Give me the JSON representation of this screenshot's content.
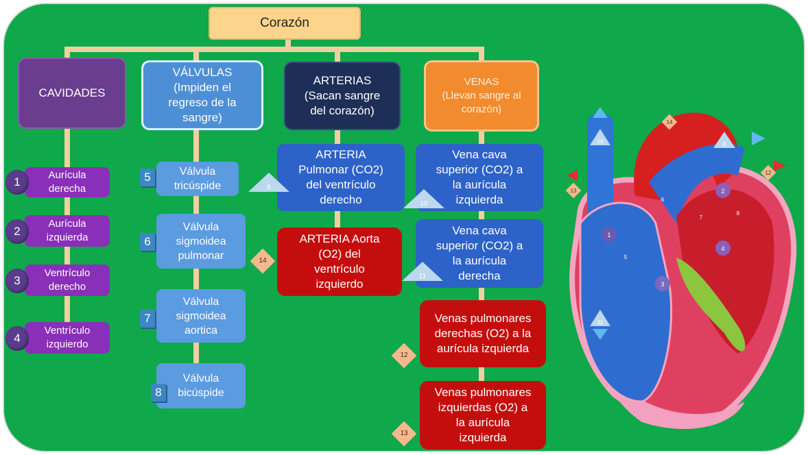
{
  "root": {
    "label": "Corazón"
  },
  "categories": {
    "cavidades": "CAVIDADES",
    "valvulas": "VÁLVULAS\n(Impiden el\nregreso de la\nsangre)",
    "arterias": "ARTERIAS\n(Sacan sangre\ndel corazón)",
    "venas": "VENAS\n(Llevan sangre al\ncorazón)"
  },
  "cavidades": [
    {
      "num": "1",
      "label": "Aurícula\nderecha"
    },
    {
      "num": "2",
      "label": "Aurícula\nizquierda"
    },
    {
      "num": "3",
      "label": "Ventrículo\nderecho"
    },
    {
      "num": "4",
      "label": "Ventrículo\nizquierdo"
    }
  ],
  "valvulas": [
    {
      "num": "5",
      "label": "Válvula\ntricúspide"
    },
    {
      "num": "6",
      "label": "Válvula\nsigmoidea\npulmonar"
    },
    {
      "num": "7",
      "label": "Válvula\nsigmoidea\naortica"
    },
    {
      "num": "8",
      "label": "Válvula\nbicúspide"
    }
  ],
  "arterias": [
    {
      "label": "ARTERIA\nPulmonar (CO2)\ndel ventrículo\nderecho",
      "marker": "9"
    },
    {
      "label": "ARTERIA Aorta\n(O2) del\nventrículo\nizquierdo",
      "marker": "14"
    }
  ],
  "venas": [
    {
      "label": "Vena cava\nsuperior (CO2) a\nla aurícula\nizquierda",
      "marker": "10"
    },
    {
      "label": "Vena cava\nsuperior (CO2) a\nla aurícula\nderecha",
      "marker": "11"
    },
    {
      "label": "Venas pulmonares\nderechas (O2) a la\naurícula izquierda",
      "marker": "12"
    },
    {
      "label": "Venas pulmonares\nizquierdas (O2) a\nla aurícula\nizquierda",
      "marker": "13"
    }
  ],
  "heart_labels": {
    "top": "14",
    "vena_sup": "10",
    "arteria": "9",
    "right_vein": "12",
    "left_vein": "13",
    "bottom": "11",
    "c1": "1",
    "c2": "2",
    "c3": "3",
    "c4": "4",
    "v5": "5",
    "v6": "6",
    "v7": "7",
    "v8": "8"
  },
  "colors": {
    "background": "#0fa84a",
    "root": "#fcd48c",
    "purple": "#6a3d8e",
    "light_blue": "#4d8fd6",
    "navy": "#1d2f57",
    "orange": "#f28a2e",
    "red": "#c40e0e"
  }
}
